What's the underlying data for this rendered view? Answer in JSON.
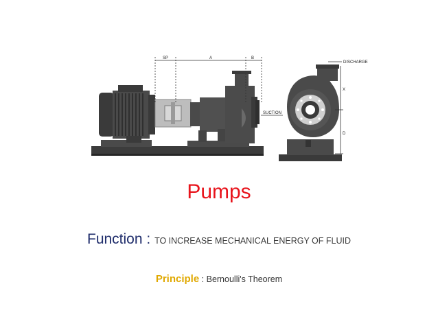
{
  "slide": {
    "title": "Pumps",
    "function": {
      "label": "Function",
      "separator": " : ",
      "text": "TO INCREASE MECHANICAL ENERGY OF FLUID"
    },
    "principle": {
      "label": "Principle",
      "separator": " : ",
      "text": "Bernoulli's Theorem"
    }
  },
  "diagram": {
    "labels": {
      "sp": "SP",
      "a": "A",
      "b": "B",
      "suction": "SUCTION",
      "discharge": "DISCHARGE",
      "x": "X",
      "d": "D"
    }
  },
  "colors": {
    "title": "#e8141c",
    "function_label": "#1f2d6b",
    "principle_label": "#e0a800",
    "machine_dark": "#3a3a3a",
    "machine_mid": "#565656",
    "coupling": "#bdbdbd"
  }
}
